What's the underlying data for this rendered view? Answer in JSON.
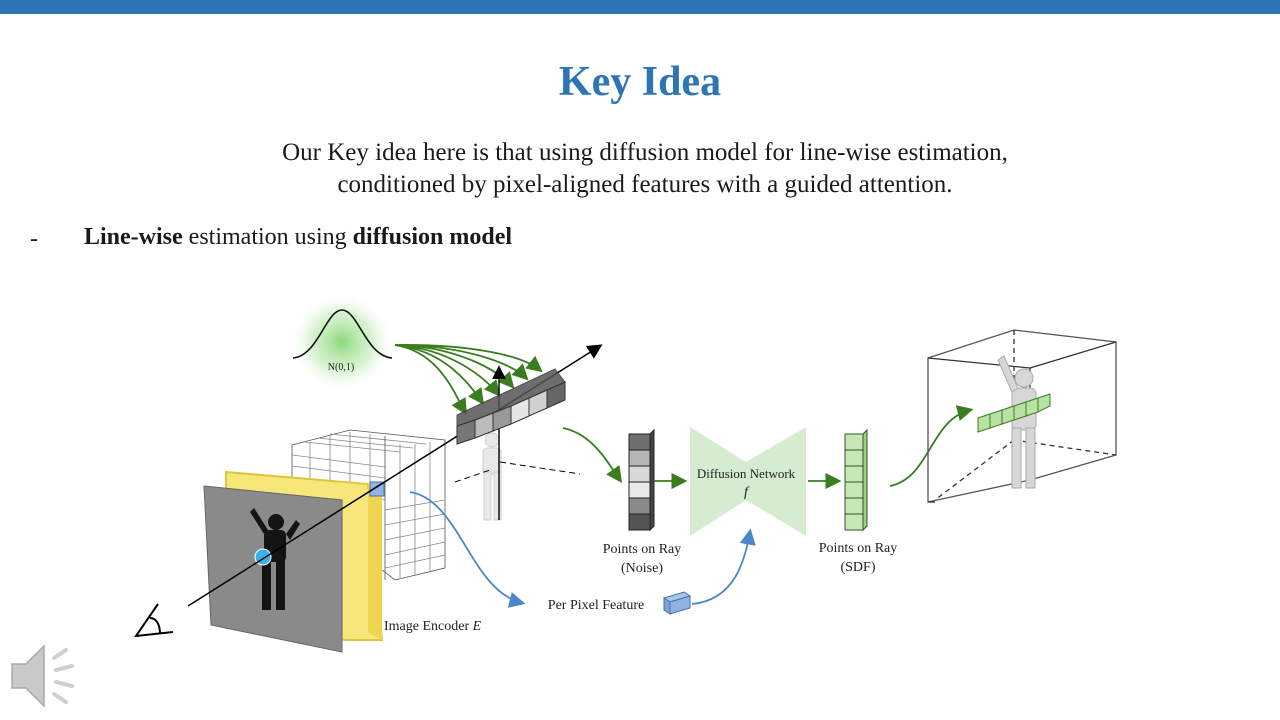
{
  "header": {
    "accent_color": "#2e75b6"
  },
  "slide": {
    "title": "Key Idea",
    "subtitle_line1": "Our Key idea here is that using diffusion model for line-wise estimation,",
    "subtitle_line2": "conditioned by pixel-aligned features with a guided attention.",
    "bullet": {
      "dash": "-",
      "part1": "Line-wise",
      "part2": " estimation using ",
      "part3": "diffusion model"
    }
  },
  "diagram": {
    "noise_label": "N(0,1)",
    "encoder_label": "Image Encoder ",
    "encoder_symbol": "E",
    "per_pixel_label": "Per Pixel Feature",
    "points_noise_line1": "Points on Ray",
    "points_noise_line2": "(Noise)",
    "network_label": "Diffusion  Network",
    "network_symbol": "f",
    "points_sdf_line1": "Points on Ray",
    "points_sdf_line2": "(SDF)",
    "colors": {
      "noise_arrows": "#3a7d1e",
      "feature_arrows": "#4a86c8",
      "network_fill": "#d5ecd0",
      "sdf_cells": "#c8e6b8",
      "encoder_yellow": "#f7e67a"
    }
  },
  "controls": {
    "speaker_icon": "speaker-icon"
  }
}
